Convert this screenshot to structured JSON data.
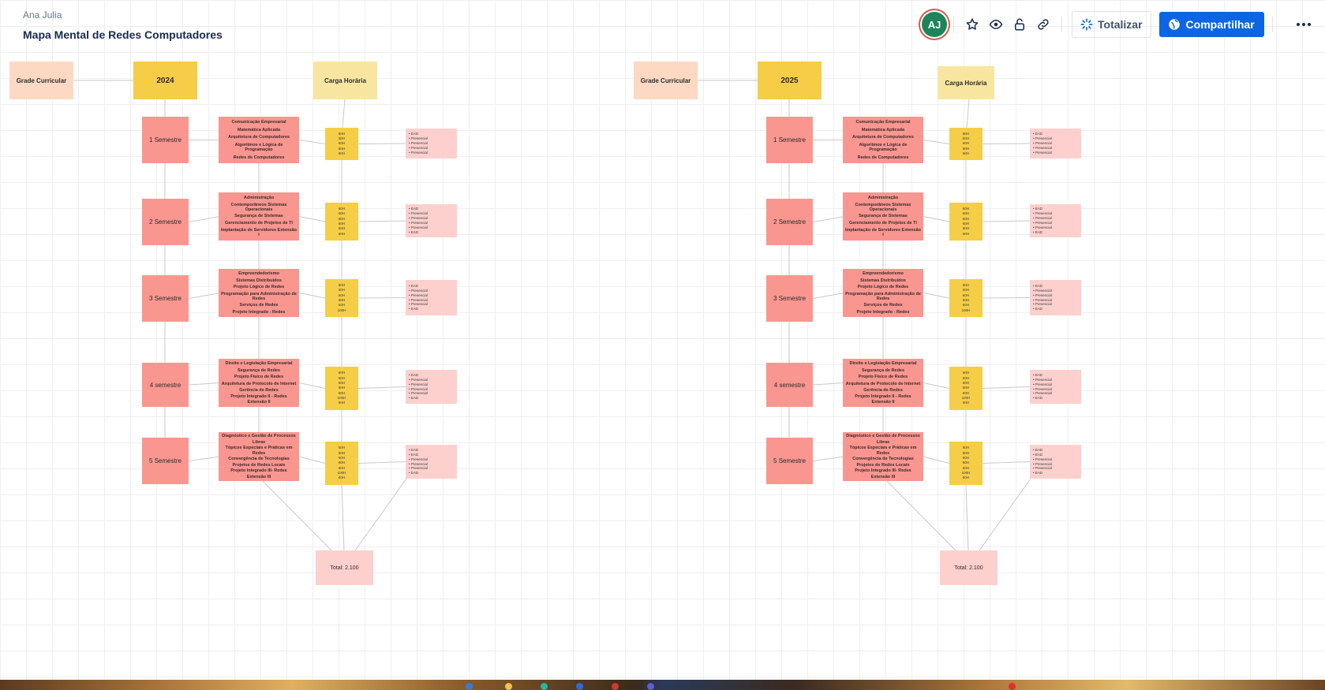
{
  "header": {
    "owner": "Ana Julia",
    "title": "Mapa Mental de Redes Computadores"
  },
  "toolbar": {
    "avatar_initials": "AJ",
    "avatar_color": "#1f845a",
    "icons": [
      "star-icon",
      "eye-icon",
      "lock-icon",
      "link-icon"
    ],
    "totalizar_label": "Totalizar",
    "share_label": "Compartilhar",
    "share_color": "#0c66e4",
    "more_icon": "more-horizontal-icon"
  },
  "colors": {
    "peach": "#fdd9c4",
    "gold": "#f5cd47",
    "light_yellow": "#f8e6a0",
    "salmon": "#f99690",
    "pink": "#fdd0ce"
  },
  "maps": [
    {
      "grade_label": "Grade Curricular",
      "year": "2024",
      "carga_label": "Carga Horária",
      "total_label": "Total: 2.100",
      "semesters": [
        {
          "name": "1 Semestre",
          "subjects": [
            "Comunicação Empresarial",
            "Matemática Aplicada",
            "Arquitetura de Computadores",
            "Algoritmos e Lógica de Programação",
            "Redes de Computadores"
          ],
          "hours": [
            "60H",
            "60H",
            "60H",
            "60H",
            "60H"
          ],
          "modality": [
            "• EAD",
            "• Presencial",
            "• Presencial",
            "• Presencial",
            "• Presencial"
          ]
        },
        {
          "name": "2 Semestre",
          "subjects": [
            "Administração",
            "Contemporâneos Sistemas Operacionais",
            "Segurança de Sistemas",
            "Gerenciamento de Projetos de TI",
            "Implantação de Servidores Extensão I"
          ],
          "hours": [
            "60H",
            "60H",
            "60H",
            "60H",
            "60H",
            "60H"
          ],
          "modality": [
            "• EAD",
            "• Presencial",
            "• Presencial",
            "• Presencial",
            "• Presencial",
            "• EAD"
          ]
        },
        {
          "name": "3 Semestre",
          "subjects": [
            "Empreendedorismo",
            "Sistemas Distribuídos",
            "Projeto Lógico de Redes",
            "Programação para Administração de Redes",
            "Serviços de Redes",
            "Projeto Integrado - Redes"
          ],
          "hours": [
            "60H",
            "60H",
            "60H",
            "60H",
            "60H",
            "100H"
          ],
          "modality": [
            "• EAD",
            "• Presencial",
            "• Presencial",
            "• Presencial",
            "• Presencial",
            "• EAD"
          ]
        },
        {
          "name": "4 semestre",
          "subjects": [
            "Direito e Legislação Empresarial",
            "Segurança de Redes",
            "Projeto Físico de Redes",
            "Arquitetura de Protocolo de Internet",
            "Gerência de Redes",
            "Projeto Integrado II - Redes Extensão II"
          ],
          "hours": [
            "60H",
            "60H",
            "60H",
            "60H",
            "60H",
            "100H",
            "60H"
          ],
          "modality": [
            "• EAD",
            "• Presencial",
            "• Presencial",
            "• Presencial",
            "• Presencial",
            "• EAD"
          ]
        },
        {
          "name": "5 Semestre",
          "subjects": [
            "Diagnóstico e Gestão de Processos",
            "Libras",
            "Tópicos Especiais e Práticas em Redes",
            "Convergência de Tecnologias",
            "Projetos de Redes Locais",
            "Projeto Integrado III- Redes",
            "Extensão III"
          ],
          "hours": [
            "60H",
            "60H",
            "60H",
            "60H",
            "60H",
            "100H",
            "60H"
          ],
          "modality": [
            "• EAD",
            "• EAD",
            "• Presencial",
            "• Presencial",
            "• Presencial",
            "• EAD"
          ]
        }
      ]
    },
    {
      "grade_label": "Grade Curricular",
      "year": "2025",
      "carga_label": "Carga Horária",
      "total_label": "Total: 2.100",
      "semesters": [
        {
          "name": "1 Semestre",
          "subjects": [
            "Comunicação Empresarial",
            "Matemática Aplicada",
            "Arquitetura de Computadores",
            "Algoritmos e Lógica de Programação",
            "Redes de Computadores"
          ],
          "hours": [
            "60H",
            "60H",
            "60H",
            "60H",
            "60H"
          ],
          "modality": [
            "• EAD",
            "• Presencial",
            "• Presencial",
            "• Presencial",
            "• Presencial"
          ]
        },
        {
          "name": "2 Semestre",
          "subjects": [
            "Administração",
            "Contemporâneos Sistemas Operacionais",
            "Segurança de Sistemas",
            "Gerenciamento de Projetos de TI",
            "Implantação de Servidores Extensão I"
          ],
          "hours": [
            "60H",
            "60H",
            "60H",
            "60H",
            "60H",
            "60H"
          ],
          "modality": [
            "• EAD",
            "• Presencial",
            "• Presencial",
            "• Presencial",
            "• Presencial",
            "• EAD"
          ]
        },
        {
          "name": "3 Semestre",
          "subjects": [
            "Empreendedorismo",
            "Sistemas Distribuídos",
            "Projeto Lógico de Redes",
            "Programação para Administração de Redes",
            "Serviços de Redes",
            "Projeto Integrado - Redes"
          ],
          "hours": [
            "60H",
            "60H",
            "60H",
            "60H",
            "60H",
            "100H"
          ],
          "modality": [
            "• EAD",
            "• Presencial",
            "• Presencial",
            "• Presencial",
            "• Presencial",
            "• EAD"
          ]
        },
        {
          "name": "4 semestre",
          "subjects": [
            "Direito e Legislação Empresarial",
            "Segurança de Redes",
            "Projeto Físico de Redes",
            "Arquitetura de Protocolo de Internet",
            "Gerência de Redes",
            "Projeto Integrado II - Redes Extensão II"
          ],
          "hours": [
            "60H",
            "60H",
            "60H",
            "60H",
            "60H",
            "100H",
            "60H"
          ],
          "modality": [
            "• EAD",
            "• Presencial",
            "• Presencial",
            "• Presencial",
            "• Presencial",
            "• EAD"
          ]
        },
        {
          "name": "5 Semestre",
          "subjects": [
            "Diagnóstico e Gestão de Processos",
            "Libras",
            "Tópicos Especiais e Práticas em Redes",
            "Convergência de Tecnologias",
            "Projetos de Redes Locais",
            "Projeto Integrado III- Redes",
            "Extensão III"
          ],
          "hours": [
            "60H",
            "60H",
            "60H",
            "60H",
            "60H",
            "100H",
            "60H"
          ],
          "modality": [
            "• EAD",
            "• EAD",
            "• Presencial",
            "• Presencial",
            "• Presencial",
            "• EAD"
          ]
        }
      ]
    }
  ]
}
